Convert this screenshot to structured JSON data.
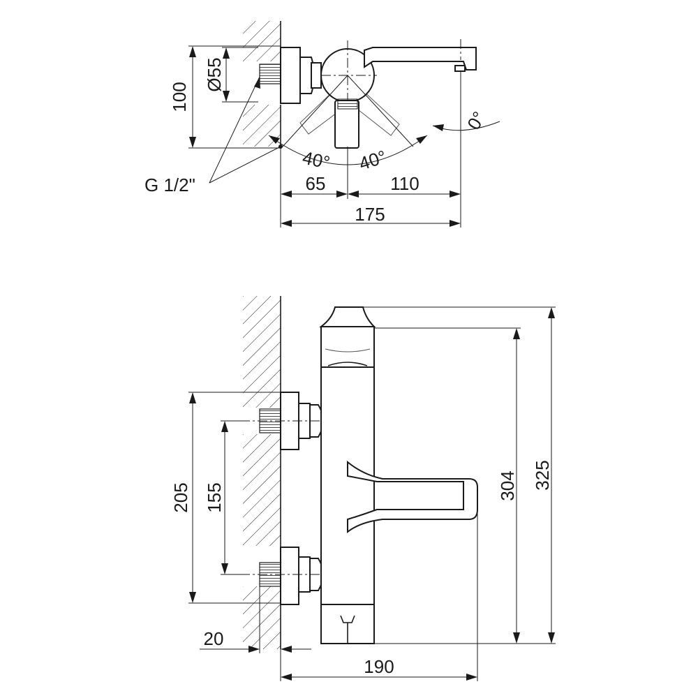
{
  "top_view": {
    "dimensions": {
      "height_100": "100",
      "diameter_55": "Ø55",
      "angle_0": "0°",
      "angle_left": "40°",
      "angle_right": "40°",
      "width_65": "65",
      "width_110": "110",
      "width_175": "175"
    },
    "thread_label": "G 1/2\""
  },
  "front_view": {
    "dimensions": {
      "height_205": "205",
      "height_155": "155",
      "height_304": "304",
      "height_325": "325",
      "depth_20": "20",
      "width_190": "190"
    }
  },
  "colors": {
    "line": "#1a1a1a",
    "background": "#ffffff"
  }
}
